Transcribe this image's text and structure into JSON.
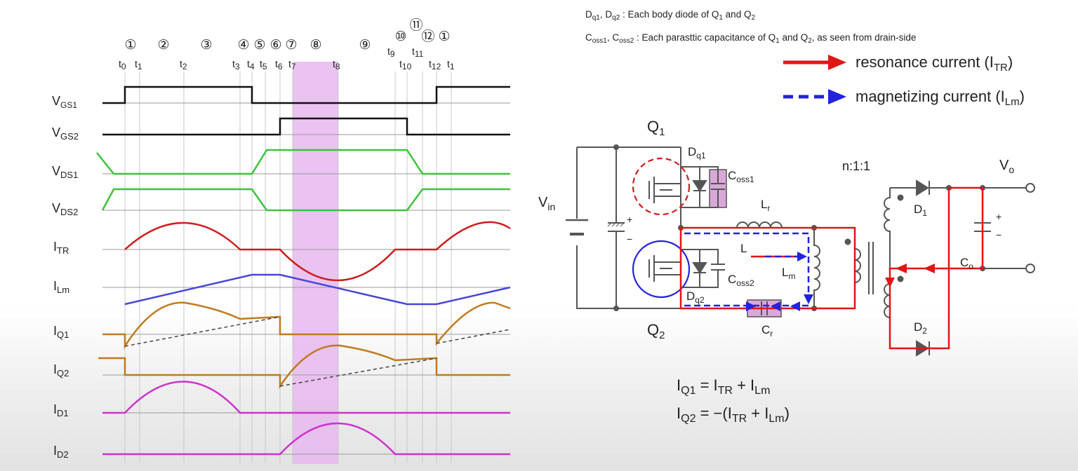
{
  "colors": {
    "gate": "#111111",
    "vds": "#3cc43c",
    "itr": "#cc1d1d",
    "ilm": "#4747d6",
    "iq": "#c07a1f",
    "id": "#cc33cc",
    "highlight": "#e6b8ee",
    "circuit": "#555555",
    "resonance": "#e01515",
    "magnetizing": "#2222dd"
  },
  "timing": {
    "interval_labels": [
      "①",
      "②",
      "③",
      "④",
      "⑤",
      "⑥",
      "⑦",
      "⑧",
      "⑨",
      "⑩",
      "⑪",
      "⑫",
      "①"
    ],
    "time_labels": [
      {
        "t": "t",
        "s": "0"
      },
      {
        "t": "t",
        "s": "1"
      },
      {
        "t": "t",
        "s": "2"
      },
      {
        "t": "t",
        "s": "3"
      },
      {
        "t": "t",
        "s": "4"
      },
      {
        "t": "t",
        "s": "5"
      },
      {
        "t": "t",
        "s": "6"
      },
      {
        "t": "t",
        "s": "7"
      },
      {
        "t": "t",
        "s": "8"
      },
      {
        "t": "t",
        "s": "9"
      },
      {
        "t": "t",
        "s": "10"
      },
      {
        "t": "t",
        "s": "11"
      },
      {
        "t": "t",
        "s": "12"
      },
      {
        "t": "t",
        "s": "1"
      }
    ],
    "signals": [
      {
        "main": "V",
        "sub": "GS1"
      },
      {
        "main": "V",
        "sub": "GS2"
      },
      {
        "main": "V",
        "sub": "DS1"
      },
      {
        "main": "V",
        "sub": "DS2"
      },
      {
        "main": "I",
        "sub": "TR"
      },
      {
        "main": "I",
        "sub": "Lm"
      },
      {
        "main": "I",
        "sub": "Q1"
      },
      {
        "main": "I",
        "sub": "Q2"
      },
      {
        "main": "I",
        "sub": "D1"
      },
      {
        "main": "I",
        "sub": "D2"
      }
    ]
  },
  "notes": {
    "line1": {
      "a": "D",
      "as": "q1",
      "b": ", D",
      "bs": "q2",
      "c": " : Each body diode of Q",
      "cs": "1",
      "d": " and Q",
      "ds": "2"
    },
    "line2": {
      "a": "C",
      "as": "oss1",
      "b": ", C",
      "bs": "oss2",
      "c": " : Each parasttic capacitance of Q",
      "cs": "1",
      "d": " and Q",
      "ds": "2",
      "e": ", as seen from drain-side"
    }
  },
  "legend": {
    "resonance": {
      "text": "resonance current (I",
      "sub": "TR",
      "end": ")"
    },
    "magnetizing": {
      "text": "magnetizing current (I",
      "sub": "Lm",
      "end": ")"
    }
  },
  "circuit": {
    "q1": {
      "main": "Q",
      "sub": "1"
    },
    "q2": {
      "main": "Q",
      "sub": "2"
    },
    "vin": {
      "main": "V",
      "sub": "in"
    },
    "dq1": {
      "main": "D",
      "sub": "q1"
    },
    "dq2": {
      "main": "D",
      "sub": "q2"
    },
    "coss1": {
      "main": "C",
      "sub": "oss1"
    },
    "coss2": {
      "main": "C",
      "sub": "oss2"
    },
    "lr": {
      "main": "L",
      "sub": "r"
    },
    "lm": {
      "main": "L",
      "sub": "m"
    },
    "l_small": "L",
    "cr": {
      "main": "C",
      "sub": "r"
    },
    "ratio": "n:1:1",
    "d1": {
      "main": "D",
      "sub": "1"
    },
    "d2": {
      "main": "D",
      "sub": "2"
    },
    "co": {
      "main": "C",
      "sub": "o"
    },
    "vo": {
      "main": "V",
      "sub": "o"
    },
    "plus": "+",
    "minus": "−"
  },
  "equations": {
    "eq1": {
      "a": "I",
      "as": "Q1",
      "b": " = I",
      "bs": "TR",
      "c": " + I",
      "cs": "Lm",
      "d": ""
    },
    "eq2": {
      "a": "I",
      "as": "Q2",
      "b": " = −(I",
      "bs": "TR",
      "c": " + I",
      "cs": "Lm",
      "d": ")"
    }
  }
}
